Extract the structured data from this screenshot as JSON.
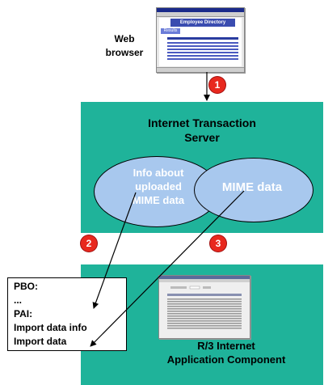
{
  "browser": {
    "label_line1": "Web",
    "label_line2": "browser",
    "screenshot_title": "Employee Directory",
    "screenshot_tab": "Results"
  },
  "its": {
    "title_line1": "Internet Transaction",
    "title_line2": "Server",
    "ellipse_left_lines": [
      "Info about",
      "uploaded",
      "MIME data"
    ],
    "ellipse_right": "MIME data"
  },
  "steps": [
    "1",
    "2",
    "3"
  ],
  "code": {
    "lines": [
      "PBO:",
      "...",
      "PAI:",
      "Import data info",
      "Import data"
    ]
  },
  "r3": {
    "title_line1": "R/3 Internet",
    "title_line2": "Application Component"
  },
  "colors": {
    "green": "#1fb39a",
    "ellipse": "#a8c8ee",
    "badge": "#e8281e"
  }
}
